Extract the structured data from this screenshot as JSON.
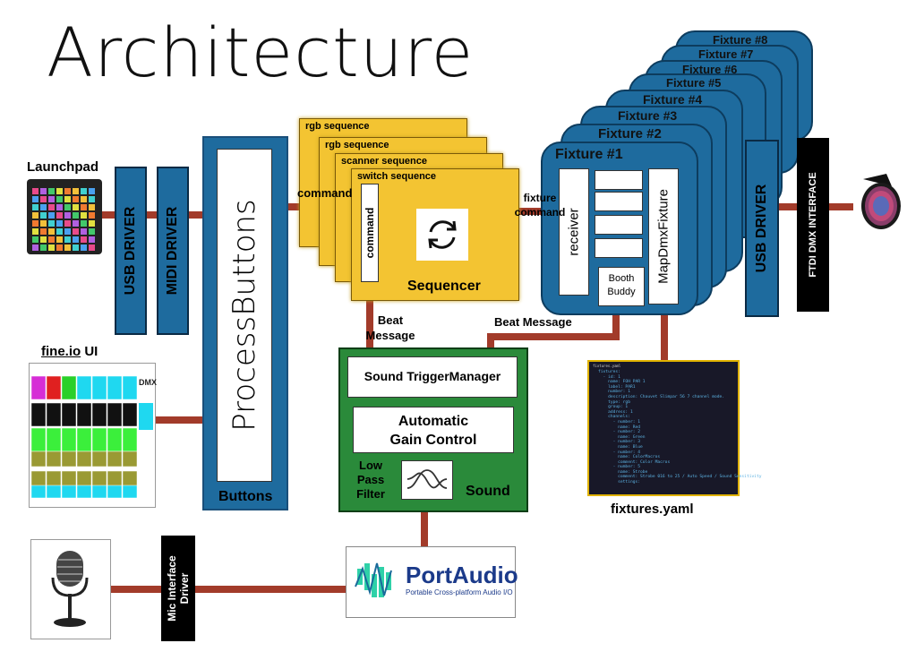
{
  "title": "Architecture",
  "inputs": {
    "launchpad": "Launchpad",
    "fineio_prefix": "fine.io",
    "fineio_suffix": " UI"
  },
  "drivers": {
    "usb_driver": "USB DRIVER",
    "midi_driver": "MIDI DRIVER",
    "usb_driver_out": "USB DRIVER",
    "ftdi": "FTDI DMX INTERFACE",
    "mic": "Mic Interface Driver"
  },
  "buttons": {
    "process": "ProcessButtons",
    "group_label": "Buttons"
  },
  "sequencer": {
    "sequences": [
      "rgb sequence",
      "rgb sequence",
      "scanner sequence",
      "switch sequence"
    ],
    "command_vertical": "command",
    "label": "Sequencer",
    "command_in": "command"
  },
  "fixtures": {
    "stack": [
      "Fixture #8",
      "Fixture #7",
      "Fixture #6",
      "Fixture #5",
      "Fixture #4",
      "Fixture #3",
      "Fixture #2",
      "Fixture #1"
    ],
    "receiver": "receiver",
    "booth_buddy": "Booth Buddy",
    "map_dmx": "MapDmxFixture",
    "fixture_command": "fixture command"
  },
  "messages": {
    "beat": "Beat Message",
    "beat_two_line": "Beat Message"
  },
  "sound": {
    "trigger": "Sound TriggerManager",
    "agc": "Automatic Gain Control",
    "lpf": "Low Pass Filter",
    "label": "Sound"
  },
  "portaudio": {
    "name": "PortAudio",
    "subtitle": "Portable Cross-platform Audio I/O"
  },
  "yaml": {
    "label": "fixtures.yaml",
    "tab": "fixtures.yaml",
    "lines": [
      "fixtures:",
      "  - id: 1",
      "    name: FOH PAR 1",
      "    label: PAR1",
      "    number: 1",
      "    description: Chauvet Slimpar 56 7 channel mode.",
      "    type: rgb",
      "    group: 1",
      "    address: 1",
      "    channels:",
      "      - number: 1",
      "        name: Red",
      "      - number: 2",
      "        name: Green",
      "      - number: 3",
      "        name: Blue",
      "      - number: 4",
      "        name: ColorMacros",
      "        comment: Color Macros",
      "      - number: 5",
      "        name: Strobe",
      "        comment: Strobe 016 to 25 / Auto Speed / Sound Sensitivity",
      "        settings:"
    ]
  },
  "fineio_screen": {
    "dmx": "DMX"
  },
  "colors": {
    "blue_box": "#1e6b9e",
    "arrow": "#a23b2a",
    "sequence": "#f3c432",
    "sound_green": "#2a8a3a"
  }
}
